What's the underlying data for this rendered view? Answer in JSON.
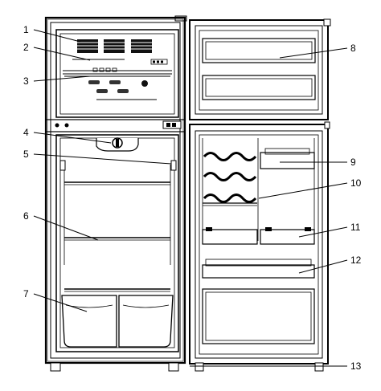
{
  "diagram": {
    "callouts": [
      {
        "number": "1",
        "part": "freezer-vents"
      },
      {
        "number": "2",
        "part": "freezer-control-panel"
      },
      {
        "number": "3",
        "part": "freezer-shelf"
      },
      {
        "number": "4",
        "part": "fridge-thermostat"
      },
      {
        "number": "5",
        "part": "fridge-light"
      },
      {
        "number": "6",
        "part": "fridge-shelf"
      },
      {
        "number": "7",
        "part": "crisper-drawers"
      },
      {
        "number": "8",
        "part": "freezer-door-bin"
      },
      {
        "number": "9",
        "part": "door-bin-upper"
      },
      {
        "number": "10",
        "part": "egg-and-bottle-rack"
      },
      {
        "number": "11",
        "part": "door-bin-middle"
      },
      {
        "number": "12",
        "part": "door-bin-lower"
      },
      {
        "number": "13",
        "part": "leveling-foot"
      }
    ]
  }
}
